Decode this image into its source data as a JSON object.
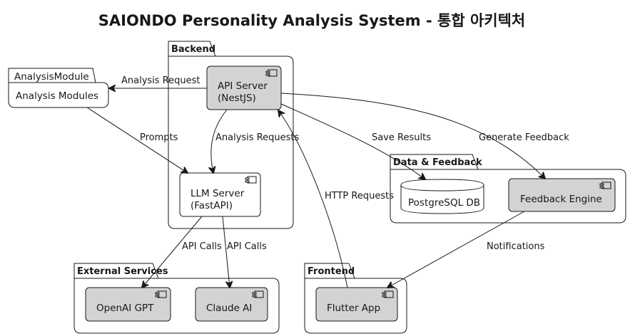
{
  "title": "SAIONDO Personality Analysis System - 통합 아키텍처",
  "packages": {
    "backend": "Backend",
    "analysis_module": "AnalysisModule",
    "data_feedback": "Data & Feedback",
    "external_services": "External Services",
    "frontend": "Frontend"
  },
  "nodes": {
    "api_server": [
      "API Server",
      "(NestJS)"
    ],
    "llm_server": [
      "LLM Server",
      "(FastAPI)"
    ],
    "analysis_modules": "Analysis Modules",
    "postgres": "PostgreSQL DB",
    "feedback_engine": "Feedback Engine",
    "openai": "OpenAI GPT",
    "claude": "Claude AI",
    "flutter": "Flutter App"
  },
  "edges": {
    "analysis_request": "Analysis Request",
    "prompts": "Prompts",
    "analysis_requests": "Analysis Requests",
    "save_results": "Save Results",
    "generate_feedback": "Generate Feedback",
    "http_requests": "HTTP Requests",
    "api_calls_openai": "API Calls",
    "api_calls_claude": "API Calls",
    "notifications": "Notifications"
  },
  "colors": {
    "component_fill": "#d3d3d3",
    "line": "#181818",
    "background": "#ffffff"
  }
}
